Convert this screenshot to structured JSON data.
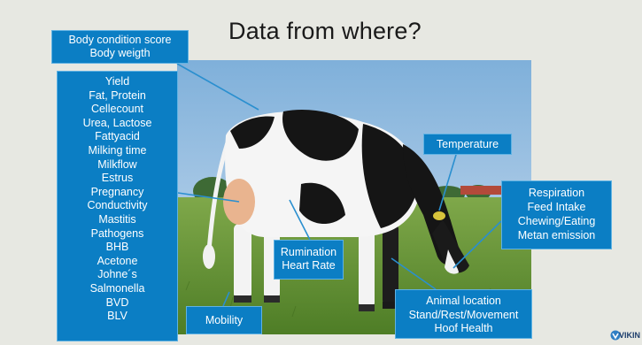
{
  "title": "Data from where?",
  "boxes": {
    "body_condition": {
      "lines": [
        "Body condition score",
        "Body weigth"
      ]
    },
    "milk": {
      "lines": [
        "Yield",
        "Fat, Protein",
        "Cellecount",
        "Urea, Lactose",
        "Fattyacid",
        "Milking time",
        "Milkflow",
        "Estrus",
        "Pregnancy",
        "Conductivity",
        "Mastitis",
        "Pathogens",
        "BHB",
        "Acetone",
        "Johne´s",
        "Salmonella",
        "BVD",
        "BLV"
      ]
    },
    "temperature": {
      "lines": [
        "Temperature"
      ]
    },
    "respiration": {
      "lines": [
        "Respiration",
        "Feed Intake",
        "Chewing/Eating",
        "Metan emission"
      ]
    },
    "rumination": {
      "lines": [
        "Rumination",
        "Heart Rate"
      ]
    },
    "location": {
      "lines": [
        "Animal location",
        "Stand/Rest/Movement",
        "Hoof Health"
      ]
    },
    "mobility": {
      "lines": [
        "Mobility"
      ]
    }
  },
  "logo": {
    "text": "VIKIN"
  },
  "colors": {
    "box": "#0b7ec4",
    "connector": "#2a8fcf",
    "background": "#e7e8e2"
  }
}
